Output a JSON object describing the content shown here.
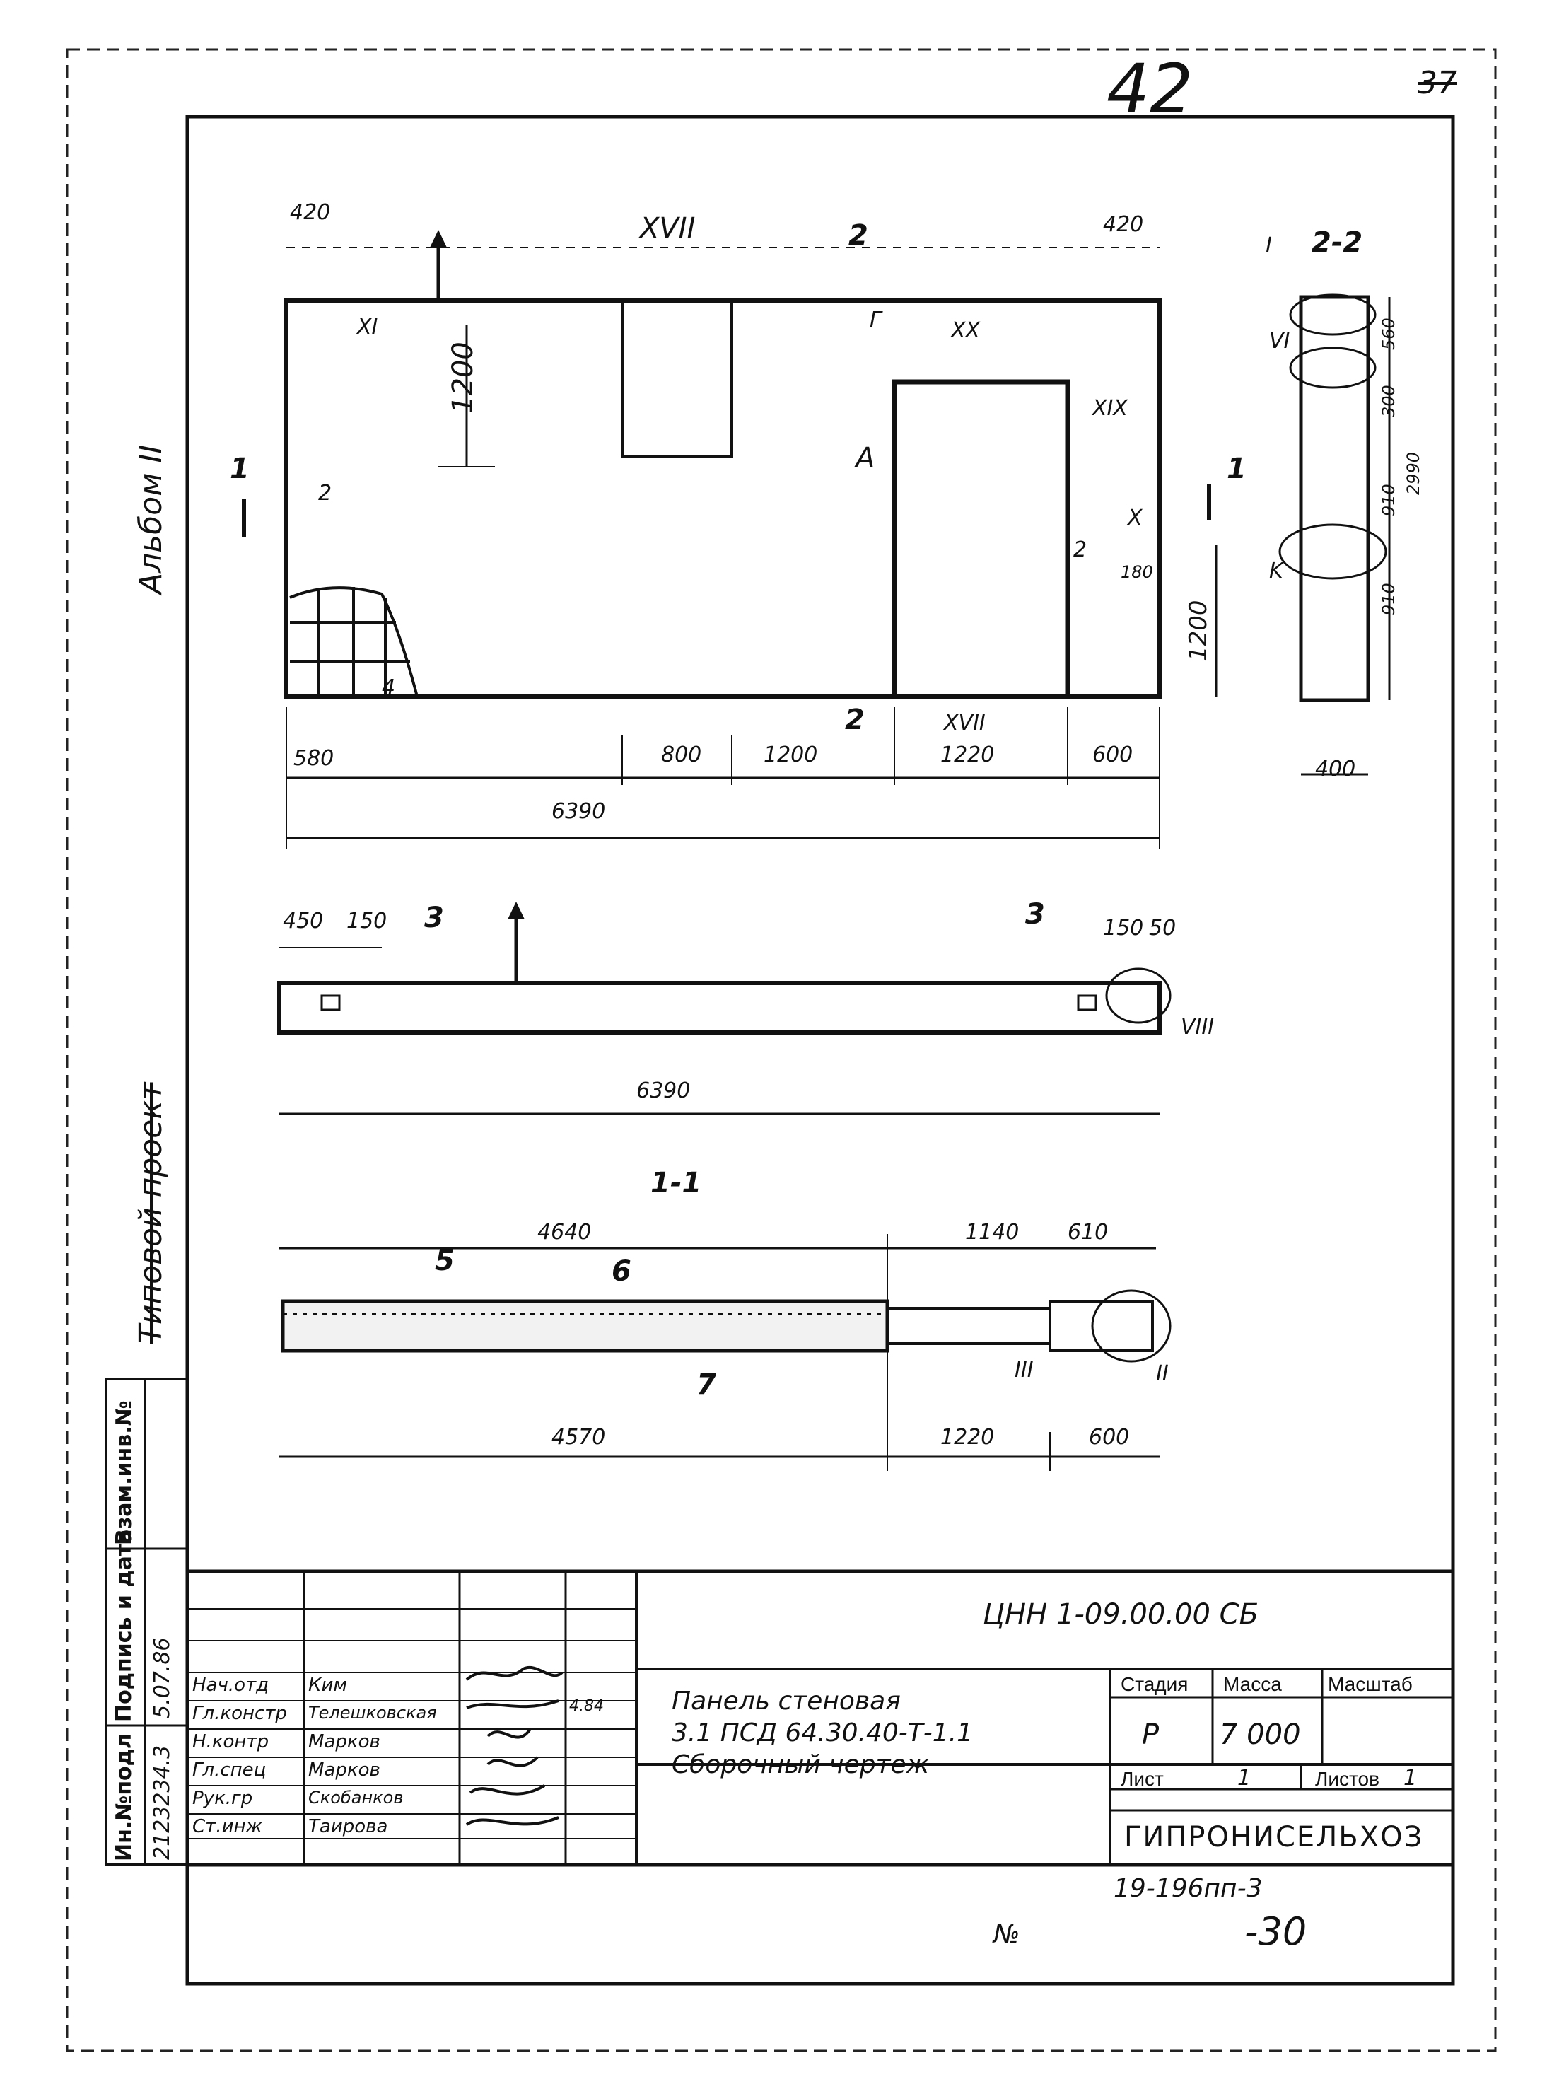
{
  "sheet_corner": {
    "page_number": "42",
    "sheet_number": "37"
  },
  "side_stamps": {
    "albom": "Альбом II",
    "struck_album_label": "Типовой проект"
  },
  "left_column": {
    "labels": [
      "Взам.инв.№",
      "Подпись и дата",
      "Ин.№подл"
    ],
    "handwritten_date": "5.07.86",
    "inv_number": "2123234.3"
  },
  "facade_view": {
    "dims_top": [
      "420",
      "XVII",
      "420"
    ],
    "section_marks": [
      "2",
      "2",
      "1",
      "1"
    ],
    "dims_vertical": [
      "1200",
      "1200"
    ],
    "node_labels": [
      "XI",
      "XX",
      "XIX",
      "X",
      "XVII",
      "A",
      "Г",
      "2",
      "2",
      "4",
      "180"
    ],
    "dims_bottom": [
      "580",
      "800",
      "1200",
      "1220",
      "600"
    ],
    "overall_length": "6390"
  },
  "section_2_2": {
    "title": "2-2",
    "dims": [
      "560",
      "300",
      "910",
      "2990",
      "910"
    ],
    "node_labels": [
      "I",
      "VI",
      "K"
    ],
    "width": "400"
  },
  "plan_view": {
    "dims_top": [
      "450",
      "150",
      "3",
      "3",
      "150",
      "50"
    ],
    "node_labels": [
      "VIII"
    ],
    "overall_length": "6390"
  },
  "section_1_1": {
    "title": "1-1",
    "dims_top": [
      "4640",
      "1140",
      "610"
    ],
    "layer_labels": [
      "5",
      "6",
      "7"
    ],
    "node_labels": [
      "III",
      "II"
    ],
    "dims_bottom": [
      "4570",
      "1220",
      "600"
    ]
  },
  "title_block": {
    "code": "ЦНН 1-09.00.00 СБ",
    "name_line1": "Панель стеновая",
    "name_line2": "3.1 ПСД 64.30.40-Т-1.1",
    "name_line3": "Сборочный чертеж",
    "headers": {
      "stage": "Стадия",
      "mass": "Масса",
      "scale": "Масштаб"
    },
    "values": {
      "stage": "Р",
      "mass": "7 000",
      "scale": ""
    },
    "sheet_label": "Лист",
    "sheet_value": "1",
    "sheets_label": "Листов",
    "sheets_value": "1",
    "organization": "ГИПРОНИСЕЛЬХОЗ",
    "people": [
      {
        "role": "Нач.отд",
        "name": "Ким",
        "date": ""
      },
      {
        "role": "Гл.констр",
        "name": "Телешковская",
        "date": "4.84"
      },
      {
        "role": "Н.контр",
        "name": "Марков",
        "date": ""
      },
      {
        "role": "Гл.спец",
        "name": "Марков",
        "date": ""
      },
      {
        "role": "Рук.гр",
        "name": "Скобанков",
        "date": ""
      },
      {
        "role": "Ст.инж",
        "name": "Таирова",
        "date": ""
      }
    ]
  },
  "bottom_stamp": {
    "archive_code": "19-196пп-3",
    "page": "-30",
    "misc": "№"
  }
}
